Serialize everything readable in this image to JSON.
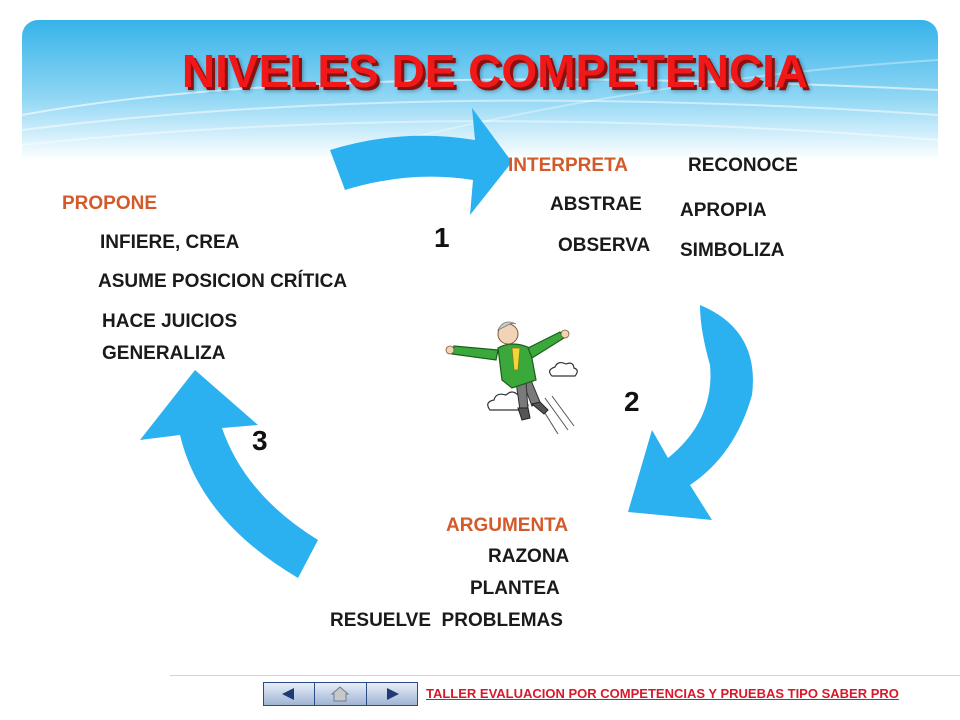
{
  "title": "NIVELES DE COMPETENCIA",
  "colors": {
    "accent": "#2bb0f0",
    "title": "#f01818",
    "heading": "#d35a2a",
    "footer": "#d8182a"
  },
  "steps": [
    {
      "number": "1",
      "heading": "INTERPRETA",
      "items": [
        "RECONOCE",
        "ABSTRAE",
        "APROPIA",
        "OBSERVA",
        "SIMBOLIZA"
      ]
    },
    {
      "number": "2",
      "heading": "ARGUMENTA",
      "items": [
        "RAZONA",
        "PLANTEA",
        "RESUELVE  PROBLEMAS"
      ]
    },
    {
      "number": "3",
      "heading": "PROPONE",
      "items": [
        "INFIERE, CREA",
        "ASUME POSICION CRÍTICA",
        "HACE JUICIOS",
        "GENERALIZA"
      ]
    }
  ],
  "footer": {
    "text": "TALLER  EVALUACION POR COMPETENCIAS Y PRUEBAS TIPO SABER PRO",
    "nav": [
      {
        "icon": "arrow-left-icon"
      },
      {
        "icon": "home-icon"
      },
      {
        "icon": "arrow-right-icon"
      }
    ]
  }
}
